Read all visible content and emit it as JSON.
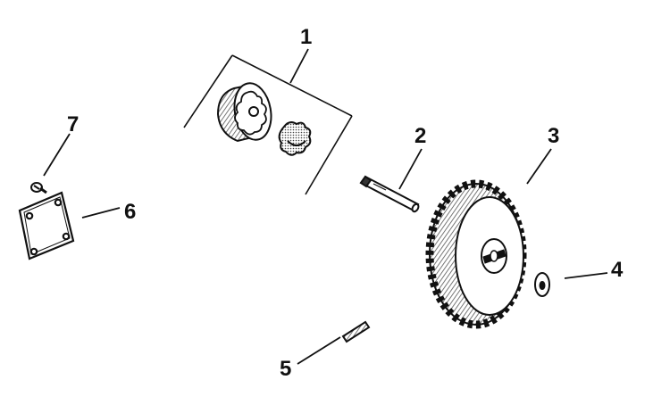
{
  "callouts": {
    "part_1": "1",
    "part_2": "2",
    "part_3": "3",
    "part_4": "4",
    "part_5": "5",
    "part_6": "6",
    "part_7": "7"
  },
  "colors": {
    "ink": "#111111",
    "paper": "#ffffff",
    "shade": "#555555"
  }
}
